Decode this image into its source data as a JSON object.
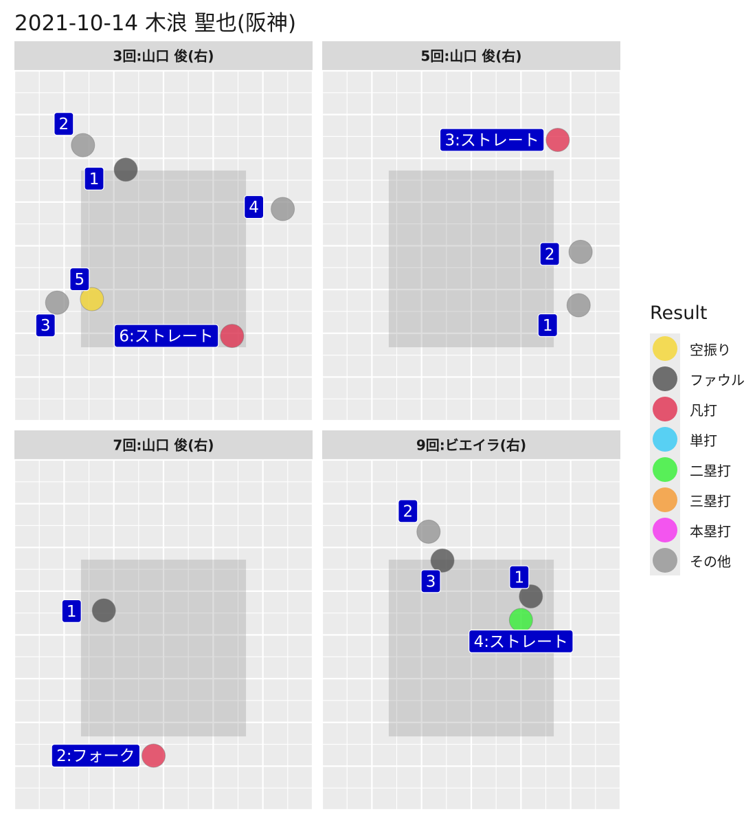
{
  "title": "2021-10-14 木浪 聖也(阪神)",
  "legend": {
    "title": "Result",
    "items": [
      {
        "label": "空振り",
        "color": "#f5d52a"
      },
      {
        "label": "ファウル",
        "color": "#4a4a4a"
      },
      {
        "label": "凡打",
        "color": "#e0294a"
      },
      {
        "label": "単打",
        "color": "#2ec8f5"
      },
      {
        "label": "二塁打",
        "color": "#2ef02e"
      },
      {
        "label": "三塁打",
        "color": "#f5962a"
      },
      {
        "label": "本塁打",
        "color": "#f52af0"
      },
      {
        "label": "その他",
        "color": "#8f8f8f"
      }
    ]
  },
  "chart_data": {
    "type": "scatter",
    "xlim": [
      -1.5,
      1.5
    ],
    "ylim": [
      0.5,
      4.5
    ],
    "strike_zone": {
      "x": [
        -0.83,
        0.83
      ],
      "y": [
        1.34,
        3.36
      ]
    },
    "panels": [
      {
        "strip": "3回:山口 俊(右)",
        "points": [
          {
            "n": "1",
            "label": "1",
            "x": -0.38,
            "y": 3.37,
            "result": "ファウル"
          },
          {
            "n": "2",
            "label": "2",
            "x": -0.81,
            "y": 3.65,
            "result": "その他"
          },
          {
            "n": "3",
            "label": "3",
            "x": -1.07,
            "y": 1.85,
            "result": "その他"
          },
          {
            "n": "4",
            "label": "4",
            "x": 1.2,
            "y": 2.92,
            "result": "その他"
          },
          {
            "n": "5",
            "label": "5",
            "x": -0.72,
            "y": 1.89,
            "result": "空振り"
          },
          {
            "n": "6",
            "label": "6:ストレート",
            "x": 0.69,
            "y": 1.47,
            "result": "凡打"
          }
        ]
      },
      {
        "strip": "5回:山口 俊(右)",
        "points": [
          {
            "n": "1",
            "label": "1",
            "x": 1.08,
            "y": 1.82,
            "result": "その他"
          },
          {
            "n": "2",
            "label": "2",
            "x": 1.1,
            "y": 2.43,
            "result": "その他"
          },
          {
            "n": "3",
            "label": "3:ストレート",
            "x": 0.87,
            "y": 3.71,
            "result": "凡打"
          }
        ]
      },
      {
        "strip": "7回:山口 俊(右)",
        "points": [
          {
            "n": "1",
            "label": "1",
            "x": -0.6,
            "y": 2.78,
            "result": "ファウル"
          },
          {
            "n": "2",
            "label": "2:フォーク",
            "x": -0.1,
            "y": 1.12,
            "result": "凡打"
          }
        ]
      },
      {
        "strip": "9回:ビエイラ(右)",
        "points": [
          {
            "n": "1",
            "label": "1",
            "x": 0.6,
            "y": 2.94,
            "result": "ファウル"
          },
          {
            "n": "2",
            "label": "2",
            "x": -0.43,
            "y": 3.68,
            "result": "その他"
          },
          {
            "n": "3",
            "label": "3",
            "x": -0.29,
            "y": 3.35,
            "result": "ファウル"
          },
          {
            "n": "4",
            "label": "4:ストレート",
            "x": 0.5,
            "y": 2.67,
            "result": "二塁打"
          }
        ]
      }
    ]
  }
}
